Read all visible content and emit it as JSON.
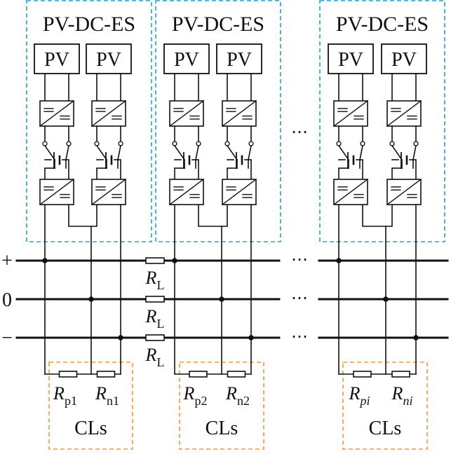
{
  "colors": {
    "es_border": "#1aa6d6",
    "cl_border": "#f09a36",
    "line": "#111111"
  },
  "units": [
    {
      "title": "PV-DC-ES",
      "pv_left": "PV",
      "pv_right": "PV",
      "rp_sub": "p1",
      "rn_sub": "n1",
      "sub_italic": false,
      "cl": "CLs"
    },
    {
      "title": "PV-DC-ES",
      "pv_left": "PV",
      "pv_right": "PV",
      "rp_sub": "p2",
      "rn_sub": "n2",
      "sub_italic": false,
      "cl": "CLs"
    },
    {
      "title": "PV-DC-ES",
      "pv_left": "PV",
      "pv_right": "PV",
      "rp_sub": "pi",
      "rn_sub": "ni",
      "sub_italic": true,
      "cl": "CLs"
    }
  ],
  "bus": {
    "plus": "+",
    "zero": "0",
    "minus": "−"
  },
  "line_resistor": {
    "symbol": "R",
    "sub": "L"
  },
  "resistor_symbol": "R",
  "ellipsis": "⋯"
}
